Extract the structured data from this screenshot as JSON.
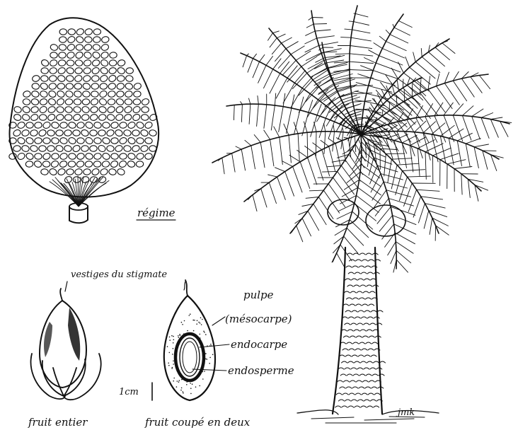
{
  "labels": {
    "regime": "régime",
    "vestiges": "vestiges du stigmate",
    "pulpe": "pulpe",
    "mesocarpe": "(mésocarpe)",
    "endocarpe": "endocarpe",
    "endosperme": "endosperme",
    "scale": "1cm",
    "fruit_entier": "fruit entier",
    "fruit_coupe": "fruit coupé en deux",
    "signature": "jmk"
  },
  "colors": {
    "ink": "#111111",
    "paper": "#ffffff"
  }
}
